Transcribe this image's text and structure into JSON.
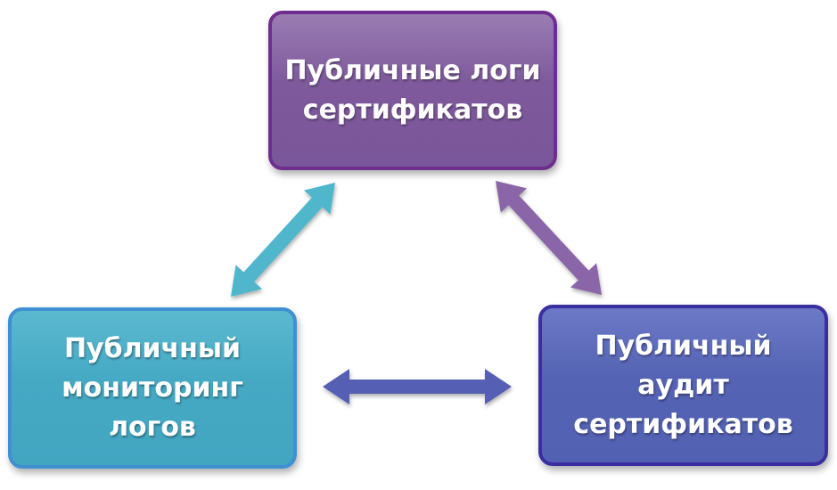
{
  "nodes": {
    "logs": {
      "lines": [
        "Публичные логи",
        "сертификатов"
      ]
    },
    "monitor": {
      "lines": [
        "Публичный",
        "мониторинг",
        "логов"
      ]
    },
    "audit": {
      "lines": [
        "Публичный",
        "аудит",
        "сертификатов"
      ]
    }
  },
  "edges": [
    {
      "from": "monitor",
      "to": "logs",
      "direction": "bidirectional",
      "color": "#4fb6cc"
    },
    {
      "from": "logs",
      "to": "audit",
      "direction": "bidirectional",
      "color": "#8a66a8"
    },
    {
      "from": "monitor",
      "to": "audit",
      "direction": "bidirectional",
      "color": "#5560b4"
    }
  ],
  "colors": {
    "logs_fill": "#7e5a9c",
    "logs_border": "#6e2e8f",
    "monitor_fill": "#45a9c4",
    "monitor_border": "#3f8fd3",
    "audit_fill": "#5563b4",
    "audit_border": "#3a2ea0"
  }
}
